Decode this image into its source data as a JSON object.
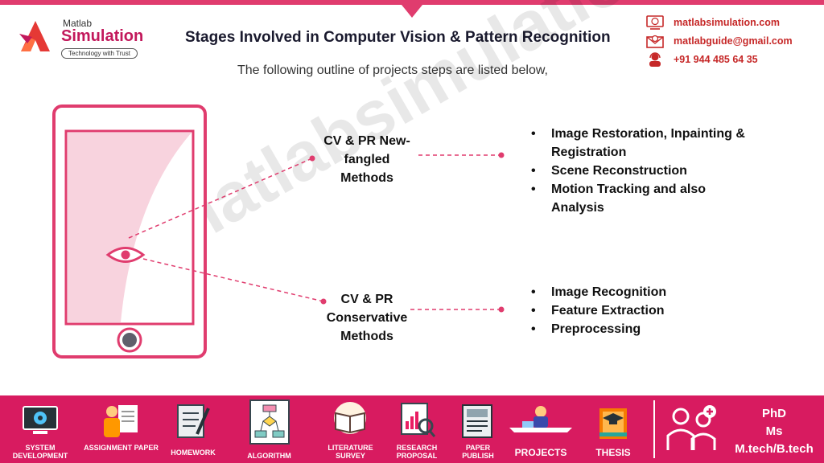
{
  "brand": {
    "top": "Matlab",
    "name": "Simulation",
    "tagline": "Technology with Trust"
  },
  "title": "Stages Involved in Computer Vision & Pattern Recognition",
  "subtitle": "The following outline of projects steps are listed below,",
  "contact": {
    "website": "matlabsimulation.com",
    "email": "matlabguide@gmail.com",
    "phone": "+91 944 485 64 35"
  },
  "watermark": "matlabsimulation.com",
  "diagram": {
    "new_methods": {
      "label_lines": [
        "CV & PR New-",
        "fangled",
        "Methods"
      ],
      "items": [
        "Image Restoration, Inpainting & Registration",
        "Scene Reconstruction",
        "Motion Tracking and also Analysis"
      ]
    },
    "conservative_methods": {
      "label_lines": [
        "CV & PR",
        "Conservative",
        "Methods"
      ],
      "items": [
        "Image Recognition",
        "Feature Extraction",
        "Preprocessing"
      ]
    }
  },
  "bottom_nav": [
    {
      "label": "SYSTEM DEVELOPMENT",
      "icon": "monitor-gear-icon"
    },
    {
      "label": "ASSIGNMENT PAPER",
      "icon": "person-document-icon"
    },
    {
      "label": "HOMEWORK",
      "icon": "notebook-pen-icon"
    },
    {
      "label": "ALGORITHM",
      "icon": "flowchart-icon"
    },
    {
      "label": "LITERATURE SURVEY",
      "icon": "open-book-icon"
    },
    {
      "label": "RESEARCH PROPOSAL",
      "icon": "chart-magnifier-icon"
    },
    {
      "label": "PAPER PUBLISH",
      "icon": "newspaper-icon"
    },
    {
      "label": "PROJECTS",
      "icon": "person-desk-icon"
    },
    {
      "label": "THESIS",
      "icon": "graduation-book-icon"
    }
  ],
  "degrees": [
    "PhD",
    "Ms",
    "M.tech/B.tech"
  ],
  "colors": {
    "accent": "#e03c6e",
    "bar": "#d81b60",
    "contact": "#c62828"
  }
}
